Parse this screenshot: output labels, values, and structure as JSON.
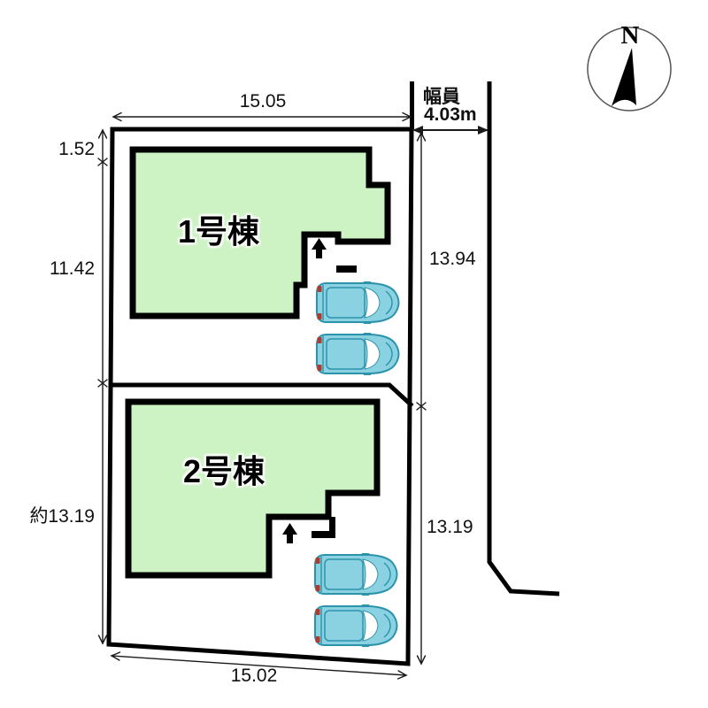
{
  "plan": {
    "compass": {
      "label": "N"
    },
    "road": {
      "label": "幅員",
      "width": "4.03m"
    },
    "dimensions": {
      "top_width": "15.05",
      "left_upper": "1.52",
      "left_middle": "11.42",
      "left_lower": "約13.19",
      "right_upper": "13.94",
      "right_lower": "13.19",
      "bottom_width": "15.02"
    },
    "buildings": [
      {
        "label": "1号棟"
      },
      {
        "label": "2号棟"
      }
    ],
    "cars_count": 4,
    "colors": {
      "building_fill": "#cdf2c3",
      "outline": "#000000",
      "car_fill": "#8ad2e2",
      "car_stroke": "#2d93ab",
      "car_light": "#b03a2e",
      "dim_stroke": "#1a1a1a"
    }
  }
}
